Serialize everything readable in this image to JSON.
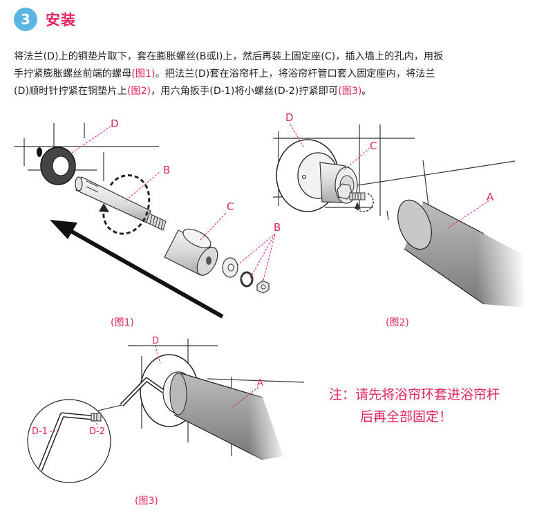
{
  "header": {
    "step_number": "3",
    "title": "安装"
  },
  "instructions": {
    "line1": "将法兰(D)上的铜垫片取下，套在膨胀螺丝(B或I)上，然后再装上固定座(C)，插入墙上的孔内，用扳",
    "line2_a": "手拧紧膨胀螺丝前端的螺母",
    "line2_ref": "(图1)",
    "line2_b": "。把法兰(D)套在浴帘杆上，将浴帘杆管口套入固定座内，将法兰",
    "line3_a": "(D)顺时针拧紧在铜垫片上",
    "line3_ref1": "(图2)",
    "line3_b": "，用六角扳手(D-1)将小螺丝(D-2)拧紧即可",
    "line3_ref2": "(图3)",
    "line3_c": "。"
  },
  "figures": {
    "fig1": {
      "caption": "(图1)",
      "label_d": "D",
      "label_b1": "B",
      "label_c": "C",
      "label_b2": "B"
    },
    "fig2": {
      "caption": "(图2)",
      "label_d": "D",
      "label_c": "C",
      "label_a": "A"
    },
    "fig3": {
      "caption": "(图3)",
      "label_d": "D",
      "label_a": "A",
      "label_d1": "D-1",
      "label_d2": "D-2"
    }
  },
  "note": {
    "line1": "注：请先将浴帘环套进浴帘杆",
    "line2": "后再全部固定！"
  },
  "colors": {
    "accent": "#e2245e",
    "step_badge": "#5ab7e3"
  }
}
